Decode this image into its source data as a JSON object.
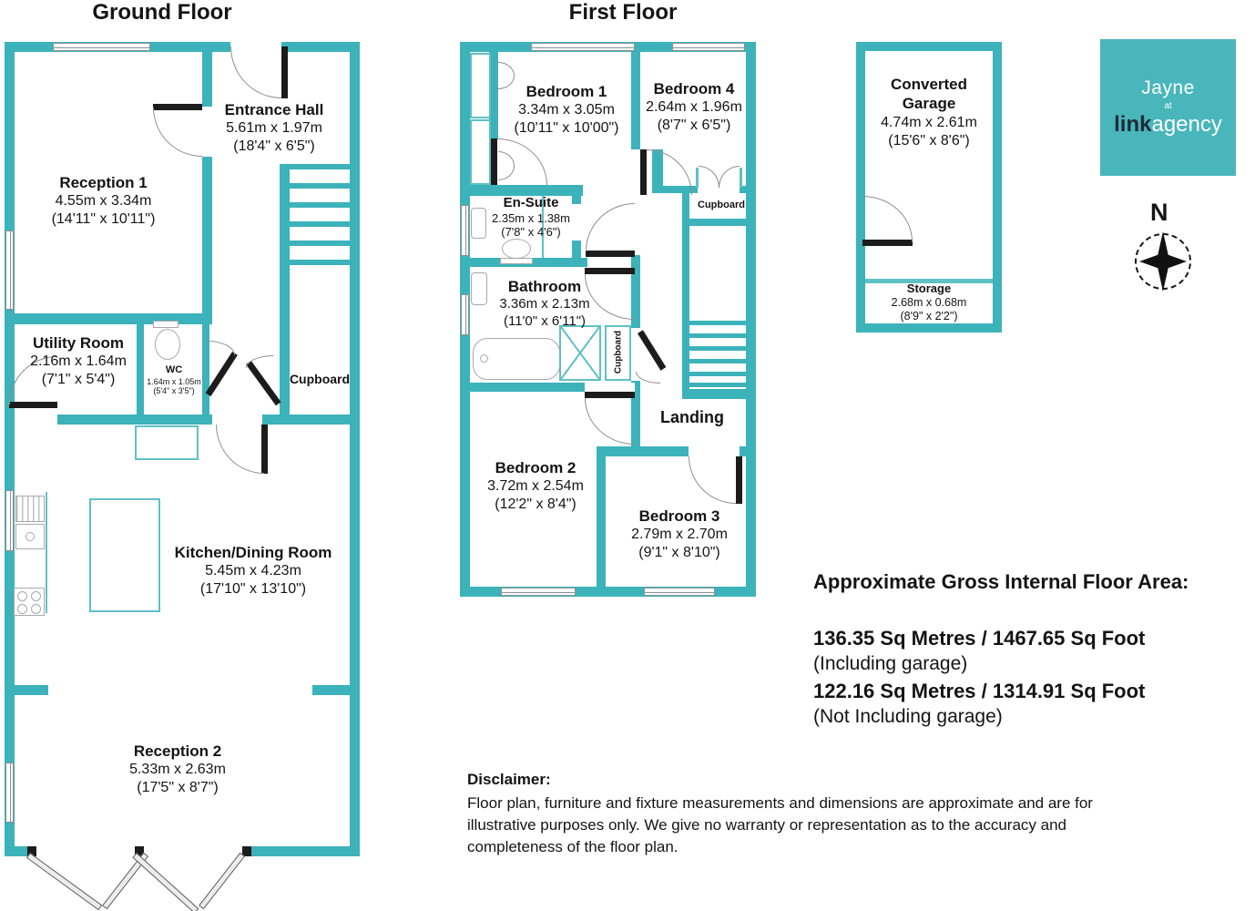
{
  "colors": {
    "wall_teal": "#3cb2ba",
    "door_black": "#1c1c1c",
    "logo_teal": "#48b6bb",
    "logo_dark_text": "#1d2b36"
  },
  "titles": {
    "ground_floor": "Ground Floor",
    "first_floor": "First Floor"
  },
  "ground_floor": {
    "reception1": {
      "name": "Reception 1",
      "metric": "4.55m x 3.34m",
      "imperial": "(14'11\" x 10'11\")"
    },
    "entrance_hall": {
      "name": "Entrance Hall",
      "metric": "5.61m x 1.97m",
      "imperial": "(18'4\" x 6'5\")"
    },
    "utility": {
      "name": "Utility Room",
      "metric": "2.16m x 1.64m",
      "imperial": "(7'1\" x 5'4\")"
    },
    "wc": {
      "name": "WC",
      "metric": "1.64m x 1.05m",
      "imperial": "(5'4\" x 3'5\")"
    },
    "cupboard": {
      "name": "Cupboard"
    },
    "kitchen": {
      "name": "Kitchen/Dining Room",
      "metric": "5.45m x 4.23m",
      "imperial": "(17'10\" x 13'10\")"
    },
    "reception2": {
      "name": "Reception 2",
      "metric": "5.33m x 2.63m",
      "imperial": "(17'5\" x 8'7\")"
    }
  },
  "first_floor": {
    "bedroom1": {
      "name": "Bedroom 1",
      "metric": "3.34m x 3.05m",
      "imperial": "(10'11\" x 10'00\")"
    },
    "bedroom4": {
      "name": "Bedroom 4",
      "metric": "2.64m x 1.96m",
      "imperial": "(8'7\" x 6'5\")"
    },
    "cupboard_top": {
      "name": "Cupboard"
    },
    "ensuite": {
      "name": "En-Suite",
      "metric": "2.35m x 1.38m",
      "imperial": "(7'8\" x 4'6\")"
    },
    "bathroom": {
      "name": "Bathroom",
      "metric": "3.36m x 2.13m",
      "imperial": "(11'0\" x 6'11\")"
    },
    "cupboard_mid": {
      "name": "Cupboard"
    },
    "landing": {
      "name": "Landing"
    },
    "bedroom2": {
      "name": "Bedroom 2",
      "metric": "3.72m x 2.54m",
      "imperial": "(12'2\" x 8'4\")"
    },
    "bedroom3": {
      "name": "Bedroom 3",
      "metric": "2.79m x 2.70m",
      "imperial": "(9'1\" x 8'10\")"
    }
  },
  "garage": {
    "name": "Converted Garage",
    "metric": "4.74m x 2.61m",
    "imperial": "(15'6\" x 8'6\")",
    "storage": {
      "name": "Storage",
      "metric": "2.68m x 0.68m",
      "imperial": "(8'9\" x 2'2\")"
    }
  },
  "logo": {
    "top": "Jayne",
    "middle": "at",
    "brand_bold": "link",
    "brand_light": "agency"
  },
  "compass": {
    "north": "N"
  },
  "floor_area": {
    "heading": "Approximate Gross Internal Floor Area:",
    "including_value": "136.35 Sq Metres / 1467.65 Sq Foot",
    "including_note": "(Including garage)",
    "excluding_value": "122.16 Sq Metres / 1314.91 Sq Foot",
    "excluding_note": "(Not Including garage)"
  },
  "disclaimer": {
    "heading": "Disclaimer:",
    "lines": [
      "Floor plan, furniture and fixture measurements and dimensions are approximate and are for",
      "illustrative purposes only. We give no warranty or representation as to the accuracy and",
      "completeness of the floor plan."
    ]
  }
}
